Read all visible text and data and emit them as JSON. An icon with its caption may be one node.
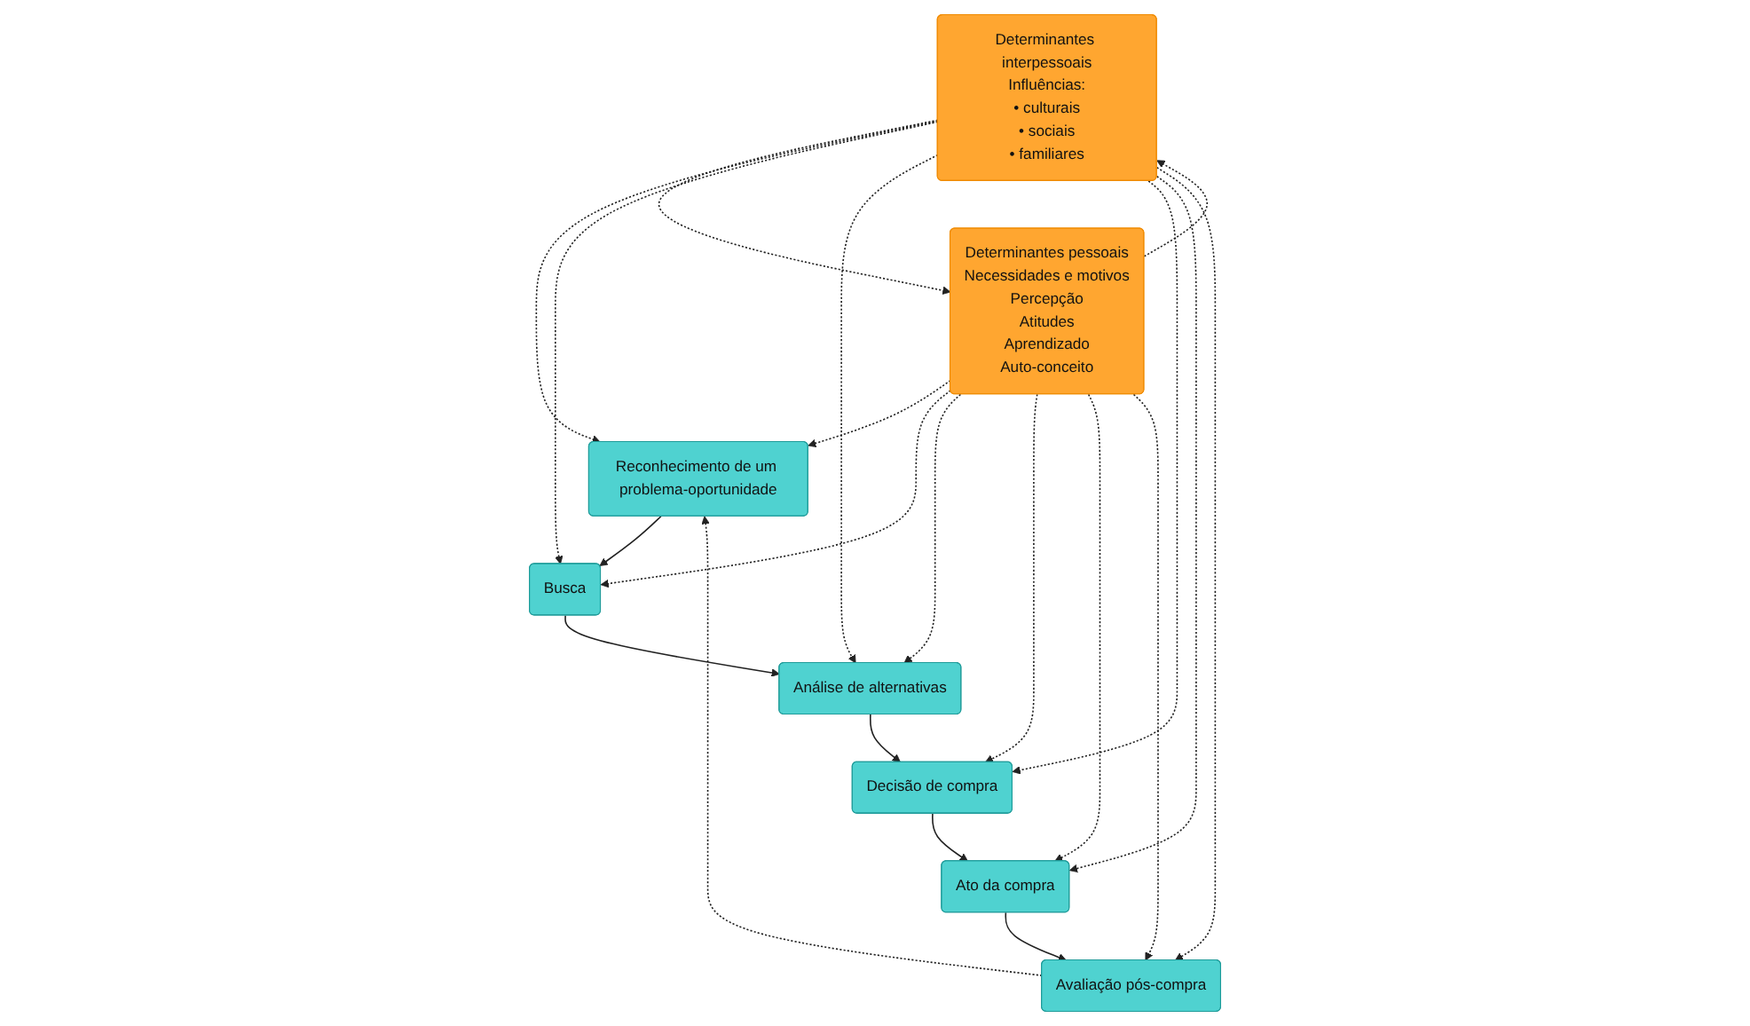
{
  "diagram": {
    "nodes": [
      {
        "text": [
          "Reconhecimento de um problema-oportunidade"
        ]
      },
      {
        "text": [
          "Busca"
        ]
      },
      {
        "text": [
          "Análise de alternativas"
        ]
      },
      {
        "text": [
          "Decisão de compra"
        ]
      },
      {
        "text": [
          "Ato da compra"
        ]
      },
      {
        "text": [
          "Avaliação pós-compra"
        ]
      },
      {
        "text": [
          "Determinantes interpessoais",
          "Influências:",
          "• culturais",
          "• sociais",
          "• familiares"
        ]
      },
      {
        "text": [
          "Determinantes pessoais",
          "Necessidades e motivos",
          "Percepção",
          "Atitudes",
          "Aprendizado",
          "Auto-conceito"
        ]
      }
    ],
    "edges": [
      {
        "from": 0,
        "to": 1,
        "arrow": "to"
      },
      {
        "from": 1,
        "to": 2,
        "arrow": "to"
      },
      {
        "from": 2,
        "to": 3,
        "arrow": "to"
      },
      {
        "from": 3,
        "to": 4,
        "arrow": "to"
      },
      {
        "from": 4,
        "to": 5,
        "arrow": "to"
      },
      {
        "from": 5,
        "to": 0,
        "arrow": "to",
        "style": "dashed"
      },
      {
        "from": 6,
        "to": 7,
        "arrow": "to",
        "style": "dashed"
      },
      {
        "from": 7,
        "to": 6,
        "arrow": "to",
        "style": "dashed"
      },
      {
        "from": 6,
        "to": 0,
        "arrow": "to",
        "style": "dashed"
      },
      {
        "from": 6,
        "to": 1,
        "arrow": "to",
        "style": "dashed"
      },
      {
        "from": 6,
        "to": 2,
        "arrow": "to",
        "style": "dashed"
      },
      {
        "from": 6,
        "to": 3,
        "arrow": "to",
        "style": "dashed"
      },
      {
        "from": 6,
        "to": 4,
        "arrow": "to",
        "style": "dashed"
      },
      {
        "from": 6,
        "to": 5,
        "arrow": "to",
        "style": "dashed"
      },
      {
        "from": 7,
        "to": 0,
        "arrow": "to",
        "style": "dashed"
      },
      {
        "from": 7,
        "to": 1,
        "arrow": "to",
        "style": "dashed"
      },
      {
        "from": 7,
        "to": 2,
        "arrow": "to",
        "style": "dashed"
      },
      {
        "from": 7,
        "to": 3,
        "arrow": "to",
        "style": "dashed"
      },
      {
        "from": 7,
        "to": 4,
        "arrow": "to",
        "style": "dashed"
      },
      {
        "from": 7,
        "to": 5,
        "arrow": "to",
        "style": "dashed"
      }
    ]
  }
}
